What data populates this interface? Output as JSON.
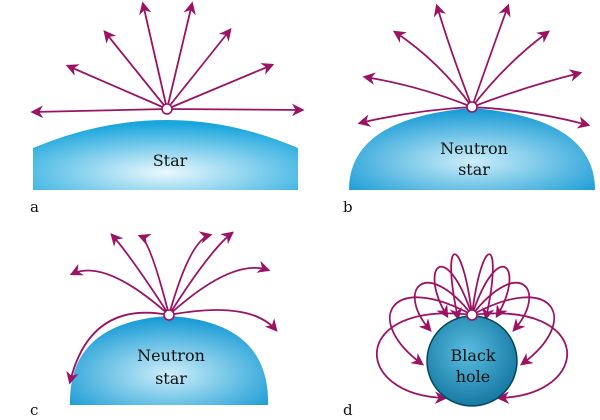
{
  "colors": {
    "ray": "#9b1464",
    "star_center": "#eaf8fd",
    "star_edge": "#1aa6dd",
    "neutron_center": "#cdeef9",
    "neutron_edge": "#1298d4",
    "hole_center": "#5bbde0",
    "hole_edge": "#0a6e99",
    "hole_outline": "#08465f",
    "background": "#ffffff"
  },
  "panels": [
    {
      "letter": "a",
      "body_label": [
        "Star"
      ],
      "ray_behavior": "straight"
    },
    {
      "letter": "b",
      "body_label": [
        "Neutron",
        "star"
      ],
      "ray_behavior": "slightly-bent"
    },
    {
      "letter": "c",
      "body_label": [
        "Neutron",
        "star"
      ],
      "ray_behavior": "strongly-bent"
    },
    {
      "letter": "d",
      "body_label": [
        "Black",
        "hole"
      ],
      "ray_behavior": "looped-back"
    }
  ]
}
